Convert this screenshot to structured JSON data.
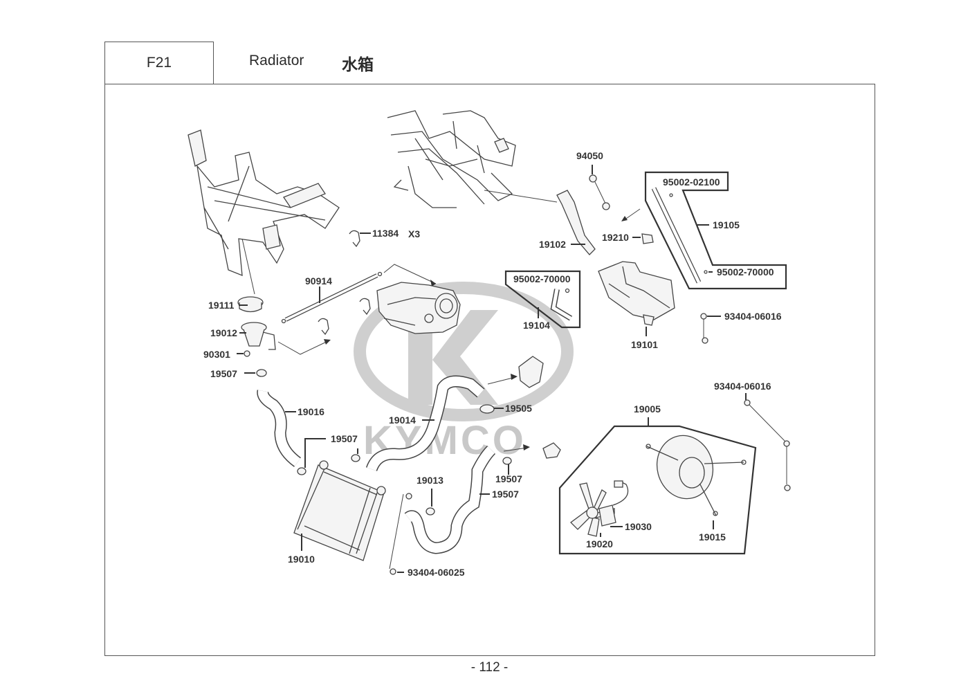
{
  "header": {
    "section_code": "F21",
    "title_en": "Radiator",
    "title_cn": "水箱"
  },
  "watermark": {
    "brand": "KYMCO",
    "logo": "kymco-logo"
  },
  "callouts": [
    {
      "id": "c11384",
      "part_no": "11384",
      "qty": "X3"
    },
    {
      "id": "c90914",
      "part_no": "90914"
    },
    {
      "id": "c19111",
      "part_no": "19111"
    },
    {
      "id": "c19012",
      "part_no": "19012"
    },
    {
      "id": "c90301",
      "part_no": "90301"
    },
    {
      "id": "c19507a",
      "part_no": "19507"
    },
    {
      "id": "c19016",
      "part_no": "19016"
    },
    {
      "id": "c19507b",
      "part_no": "19507"
    },
    {
      "id": "c19014",
      "part_no": "19014"
    },
    {
      "id": "c19505",
      "part_no": "19505"
    },
    {
      "id": "c19507c",
      "part_no": "19507"
    },
    {
      "id": "c19507d",
      "part_no": "19507"
    },
    {
      "id": "c19013",
      "part_no": "19013"
    },
    {
      "id": "c19010",
      "part_no": "19010"
    },
    {
      "id": "c93404-06025",
      "part_no": "93404-06025"
    },
    {
      "id": "c94050",
      "part_no": "94050"
    },
    {
      "id": "c19102",
      "part_no": "19102"
    },
    {
      "id": "c19210",
      "part_no": "19210"
    },
    {
      "id": "c95002-02100",
      "part_no": "95002-02100"
    },
    {
      "id": "c19105",
      "part_no": "19105"
    },
    {
      "id": "c95002-70000a",
      "part_no": "95002-70000"
    },
    {
      "id": "c95002-70000b",
      "part_no": "95002-70000"
    },
    {
      "id": "c19104",
      "part_no": "19104"
    },
    {
      "id": "c19101",
      "part_no": "19101"
    },
    {
      "id": "c93404-06016a",
      "part_no": "93404-06016"
    },
    {
      "id": "c93404-06016b",
      "part_no": "93404-06016"
    },
    {
      "id": "c19005",
      "part_no": "19005"
    },
    {
      "id": "c19030",
      "part_no": "19030"
    },
    {
      "id": "c19020",
      "part_no": "19020"
    },
    {
      "id": "c19015",
      "part_no": "19015"
    }
  ],
  "footer": {
    "page_number": "- 112 -"
  }
}
